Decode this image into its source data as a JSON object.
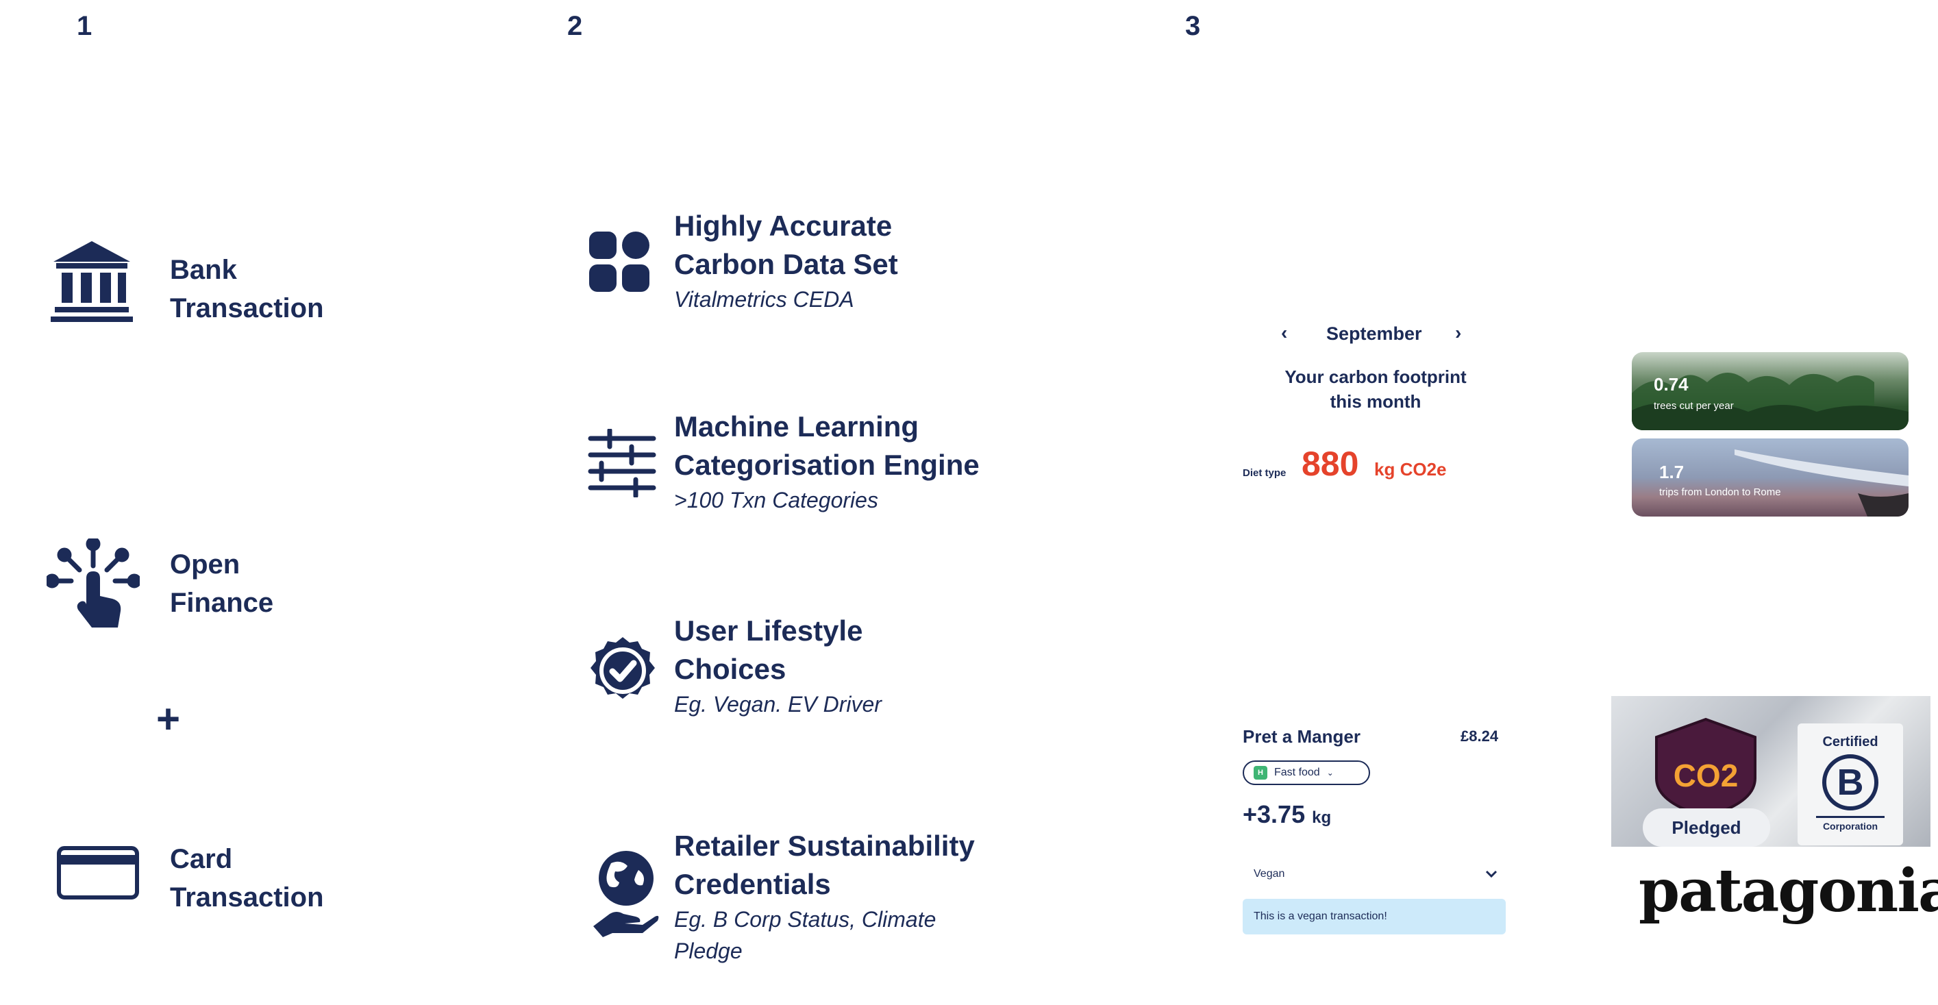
{
  "columns": [
    "1",
    "2",
    "3"
  ],
  "inputs": {
    "bank": [
      "Bank",
      "Transaction"
    ],
    "open_finance": [
      "Open",
      "Finance"
    ],
    "plus": "+",
    "card": [
      "Card",
      "Transaction"
    ]
  },
  "features": [
    {
      "title": [
        "Highly Accurate",
        "Carbon Data Set"
      ],
      "subtitle": [
        "Vitalmetrics CEDA"
      ]
    },
    {
      "title": [
        "Machine Learning",
        "Categorisation Engine"
      ],
      "subtitle": [
        ">100 Txn Categories"
      ]
    },
    {
      "title": [
        "User Lifestyle",
        "Choices"
      ],
      "subtitle": [
        "Eg. Vegan. EV Driver"
      ]
    },
    {
      "title": [
        "Retailer Sustainability",
        "Credentials"
      ],
      "subtitle": [
        "Eg. B Corp Status, Climate",
        "Pledge"
      ]
    }
  ],
  "footprint": {
    "prev": "‹",
    "month": "September",
    "next": "›",
    "title": [
      "Your carbon footprint",
      "this month"
    ],
    "diet_label": "Diet type",
    "value": "880",
    "unit": "kg CO2e",
    "equivalents": [
      {
        "value": "0.74",
        "label": "trees cut per year"
      },
      {
        "value": "1.7",
        "label": "trips from London to Rome"
      }
    ]
  },
  "transaction": {
    "merchant": "Pret a Manger",
    "price": "£8.24",
    "category_icon": "H",
    "category": "Fast food",
    "emission": "+3.75",
    "emission_unit": "kg",
    "diet_select": "Vegan",
    "note": "This is a vegan transaction!"
  },
  "credentials": {
    "co2_badge": "CO2",
    "pledged": "Pledged",
    "bcorp_top": "Certified",
    "bcorp_letter": "B",
    "bcorp_bottom": "Corporation",
    "brand": "patagonia",
    "brand_mark": "®"
  },
  "colors": {
    "navy": "#1c2b57",
    "accent": "#e5432b",
    "note_bg": "#cdeafa",
    "badge_purple": "#4a1a3c"
  }
}
